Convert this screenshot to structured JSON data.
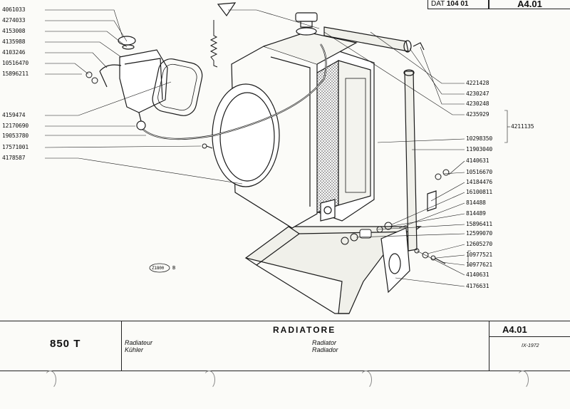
{
  "header": {
    "dat_label": "DAT",
    "dat_value": "104 01",
    "page_ref": "A4.01"
  },
  "left_part_numbers": [
    "4061033",
    "4274033",
    "4153008",
    "4135988",
    "4103246",
    "10516470",
    "15896211",
    "4159474",
    "12170690",
    "19053780",
    "17571001",
    "4178587"
  ],
  "right_part_numbers": [
    "4221428",
    "4230247",
    "4230248",
    "4235929",
    "10298350",
    "11903040",
    "4140631",
    "10516670",
    "14184476",
    "16100811",
    "814488",
    "814489",
    "15896411",
    "12599070",
    "12605270",
    "10977521",
    "10977621",
    "4140631",
    "4176631"
  ],
  "group_number": "4211135",
  "drawing_ref": "Z1800",
  "drawing_ref_suffix": "B",
  "footer": {
    "model": "850 T",
    "title": "RADIATORE",
    "fr": "Radiateur",
    "de": "Kühler",
    "en": "Radiator",
    "es": "Radiador",
    "page_ref": "A4.01",
    "date": "IX-1972"
  }
}
